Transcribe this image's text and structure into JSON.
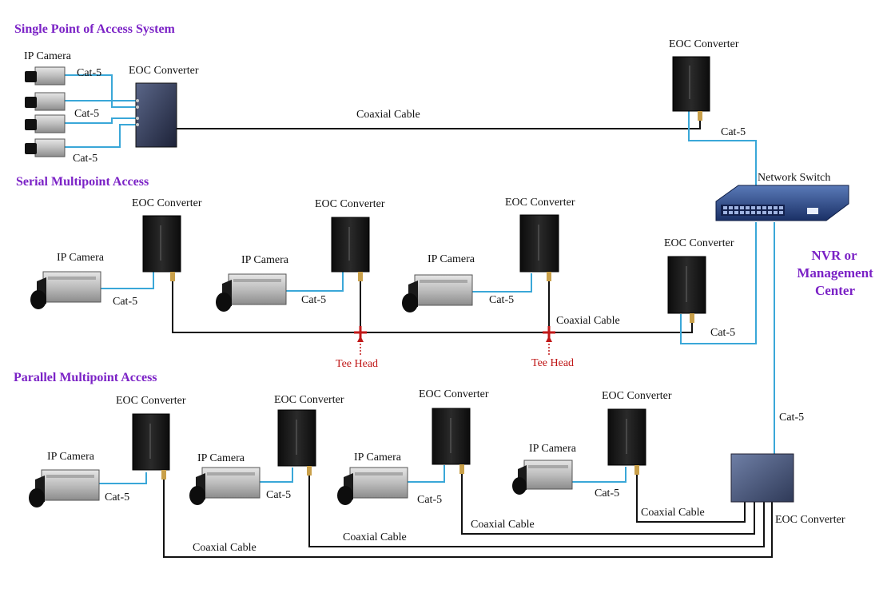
{
  "sections": {
    "single": "Single Point of Access System",
    "serial": "Serial Multipoint Access",
    "parallel": "Parallel Multipoint Access"
  },
  "center_label": [
    "NVR or",
    "Management",
    "Center"
  ],
  "labels": {
    "ip_camera": "IP Camera",
    "eoc_converter": "EOC Converter",
    "cat5": "Cat-5",
    "coaxial_cable": "Coaxial Cable",
    "network_switch": "Network Switch",
    "tee_head": "Tee Head"
  },
  "colors": {
    "title": "#7b22c6",
    "cat5_line": "#3aa7d8",
    "coax_line": "#111111",
    "tee_head": "#c01818"
  }
}
